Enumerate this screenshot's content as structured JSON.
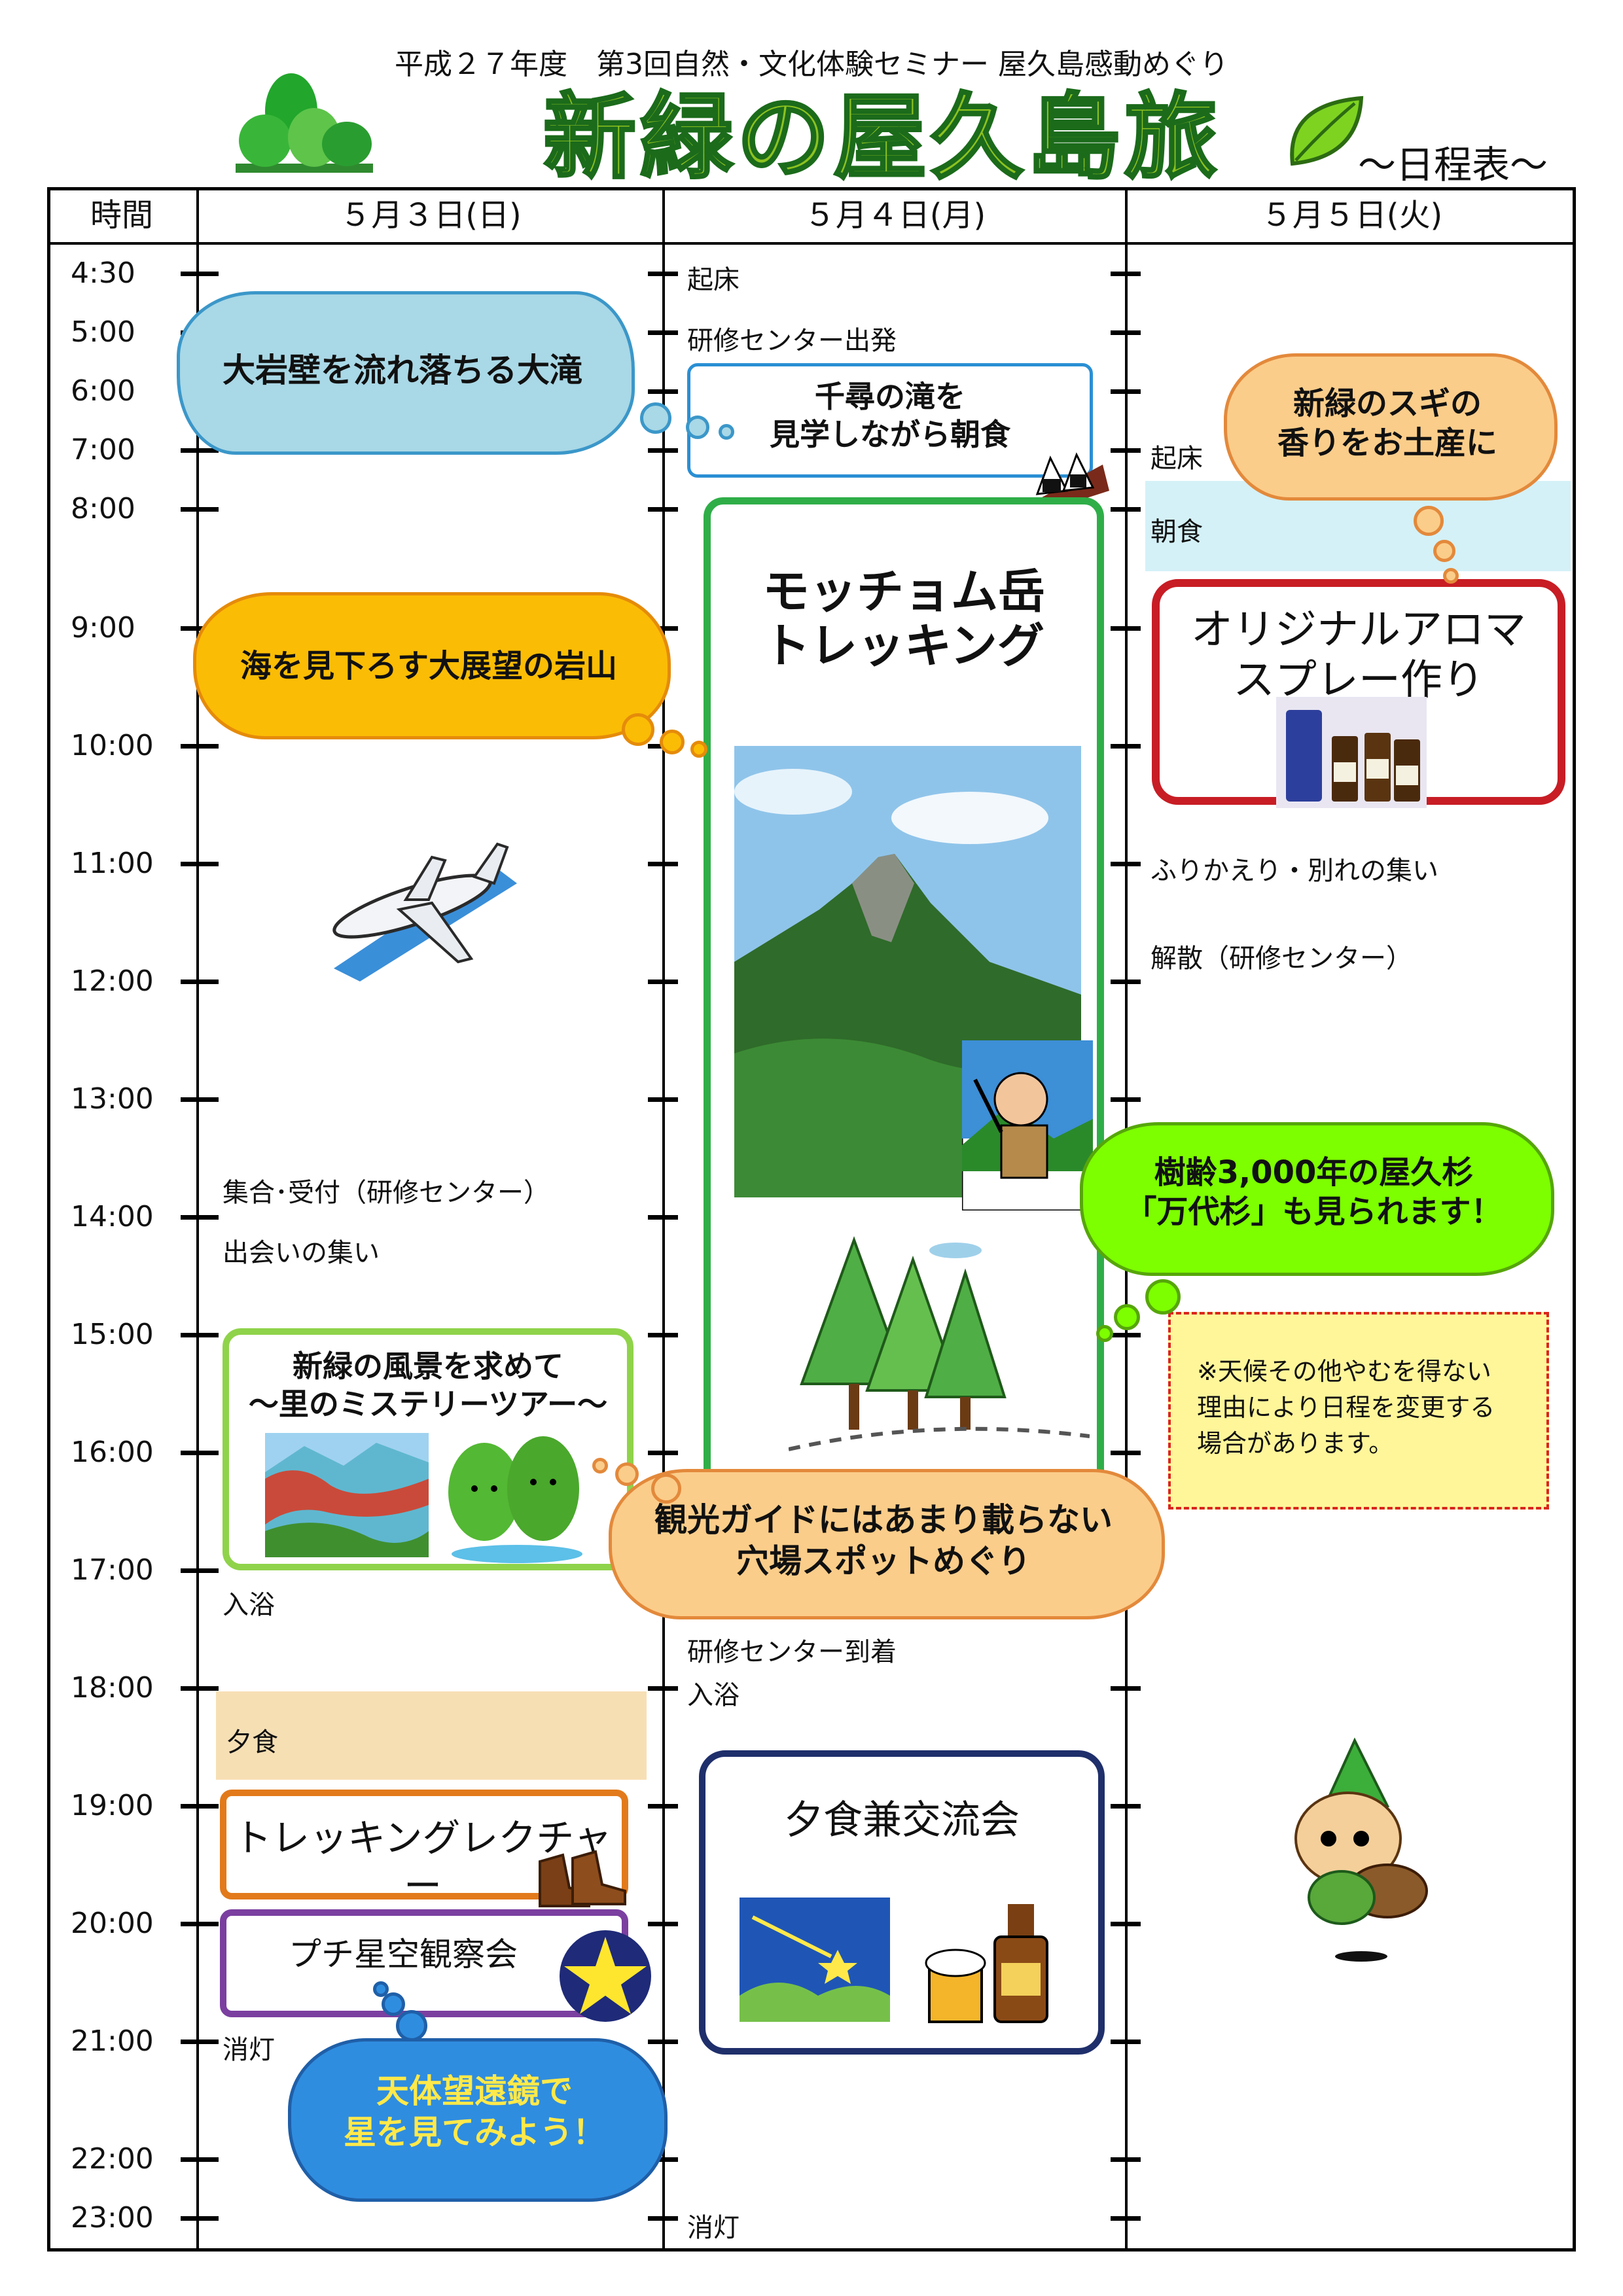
{
  "subtitle": "平成２７年度　第3回自然・文化体験セミナー 屋久島感動めぐり",
  "title": "新緑の屋久島旅",
  "schedule_label": "～日程表～",
  "headers": {
    "time": "時間",
    "day1": "５月３日(日)",
    "day2": "５月４日(月)",
    "day3": "５月５日(火)"
  },
  "times": [
    "4:30",
    "5:00",
    "6:00",
    "7:00",
    "8:00",
    "9:00",
    "10:00",
    "11:00",
    "12:00",
    "13:00",
    "14:00",
    "15:00",
    "16:00",
    "17:00",
    "18:00",
    "19:00",
    "20:00",
    "21:00",
    "22:00",
    "23:00"
  ],
  "day1": {
    "gather": "集合･受付（研修センター）",
    "meet": "出会いの集い",
    "bath": "入浴",
    "dinner": "夕食",
    "lecture": "トレッキングレクチャー",
    "stargazing": "プチ星空観察会",
    "lights_out": "消灯",
    "satoyama": "新緑の風景を求めて\n～里のミステリーツアー～"
  },
  "day2": {
    "wake": "起床",
    "depart": "研修センター出発",
    "breakfast_tour": "千尋の滝を\n見学しながら朝食",
    "trekking": "モッチョム岳\nトレッキング",
    "arrive": "研修センター到着",
    "bath": "入浴",
    "dinner_party": "夕食兼交流会",
    "lights_out": "消灯"
  },
  "day3": {
    "wake": "起床",
    "breakfast": "朝食",
    "aroma": "オリジナルアロマ\nスプレー作り",
    "review": "ふりかえり・別れの集い",
    "dismiss": "解散（研修センター）",
    "notice": "※天候その他やむを得ない\n理由により日程を変更する\n場合があります。"
  },
  "bubbles": {
    "waterfall": "大岩壁を流れ落ちる大滝",
    "rock": "海を見下ろす大展望の岩山",
    "cedar_scent": "新緑のスギの\n香りをお土産に",
    "jomon": "樹齢3,000年の屋久杉\n「万代杉」も見られます！",
    "spot": "観光ガイドにはあまり載らない\n穴場スポットめぐり",
    "telescope": "天体望遠鏡で\n星を見てみよう！"
  },
  "icons": [
    "tree-logo-icon",
    "leaf-icon",
    "airplane-icon",
    "mountain-photo",
    "hiker-icon",
    "cedar-trees-icon",
    "aroma-bottles-photo",
    "lake-photo",
    "moss-character-icon",
    "onigiri-icon",
    "boots-icon",
    "star-icon",
    "shooting-star-icon",
    "beer-icon",
    "mascot-icon"
  ],
  "colors": {
    "title_green": "#8dc21f",
    "green_box": "#2fae48",
    "red_box": "#c81d25",
    "navy_box": "#1f2f6b",
    "orange_box": "#e27a1b",
    "purple_box": "#7b3fa0"
  }
}
